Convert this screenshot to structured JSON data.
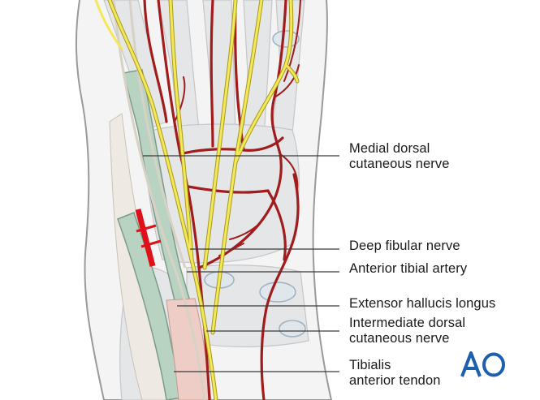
{
  "labels": {
    "medial_dorsal_cutaneous_nerve": [
      "Medial dorsal",
      "cutaneous nerve"
    ],
    "deep_fibular_nerve": [
      "Deep fibular nerve"
    ],
    "anterior_tibial_artery": [
      "Anterior tibial artery"
    ],
    "extensor_hallucis_longus": [
      "Extensor hallucis longus"
    ],
    "intermediate_dorsal_cutaneous_nerve": [
      "Intermediate dorsal",
      "cutaneous nerve"
    ],
    "tibialis_anterior_tendon": [
      "Tibialis",
      "anterior tendon"
    ]
  },
  "logo": {
    "text": "AO"
  },
  "colors": {
    "nerve": "#f2e85a",
    "nerve_outline": "#a89a1a",
    "artery": "#a11c1c",
    "tendon_green": "#b9d3c2",
    "bone": "#e6e8ea",
    "incision": "#e0101b",
    "logo": "#1b5fae"
  },
  "icons": {
    "logo": "ao-logo-icon"
  }
}
